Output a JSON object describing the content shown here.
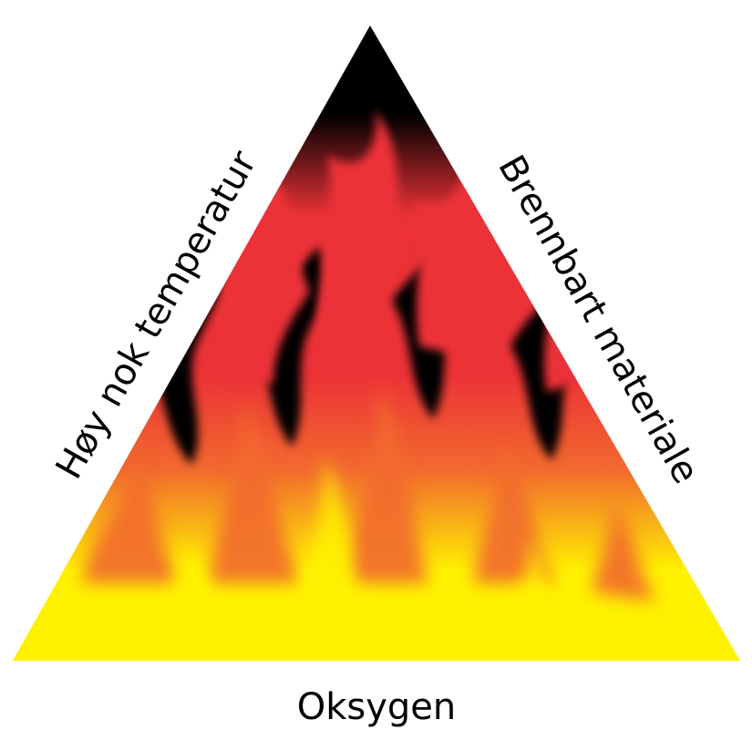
{
  "diagram": {
    "left_label": "Høy nok temperatur",
    "right_label": "Brennbart materiale",
    "bottom_label": "Oksygen"
  },
  "colors": {
    "background": "#ffffff",
    "text": "#000000",
    "flame_black": "#000000",
    "flame_red": "#ec3237",
    "flame_orange": "#f26a2e",
    "flame_yellow": "#fff200"
  },
  "icons": {
    "triangle": "fire-triangle-icon"
  }
}
